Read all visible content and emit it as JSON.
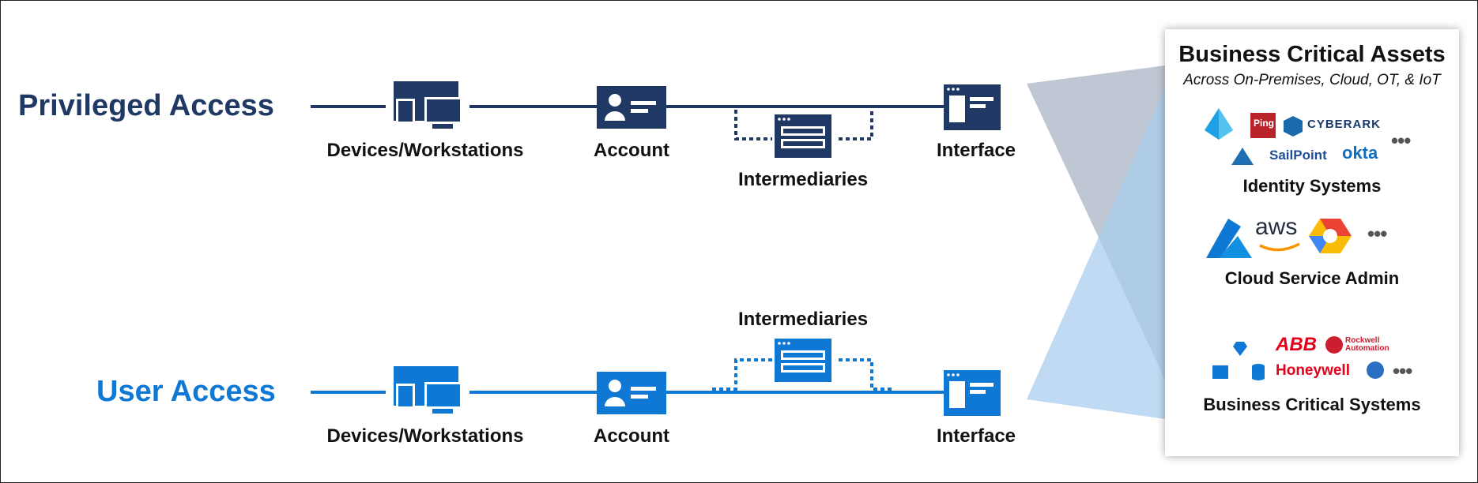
{
  "rows": {
    "privileged": {
      "title": "Privileged Access",
      "devices": "Devices/Workstations",
      "account": "Account",
      "intermediaries": "Intermediaries",
      "interface": "Interface",
      "color": "#1f3864"
    },
    "user": {
      "title": "User Access",
      "devices": "Devices/Workstations",
      "account": "Account",
      "intermediaries": "Intermediaries",
      "interface": "Interface",
      "color": "#0f78d4"
    }
  },
  "assets": {
    "title": "Business Critical Assets",
    "subtitle": "Across On-Premises, Cloud, OT, & IoT",
    "categories": [
      {
        "label": "Identity Systems",
        "logos": [
          "Ping",
          "CYBERARK",
          "SailPoint",
          "okta"
        ],
        "more": "•••"
      },
      {
        "label": "Cloud Service Admin",
        "logos": [
          "aws"
        ],
        "more": "•••"
      },
      {
        "label": "Business Critical Systems",
        "logos": [
          "ABB",
          "Rockwell Automation",
          "Honeywell"
        ],
        "more": "•••"
      }
    ]
  },
  "colors": {
    "privileged": "#1f3864",
    "user": "#0f78d4",
    "funnel_top": "#aab4c6",
    "funnel_bottom": "#a9cdee"
  }
}
